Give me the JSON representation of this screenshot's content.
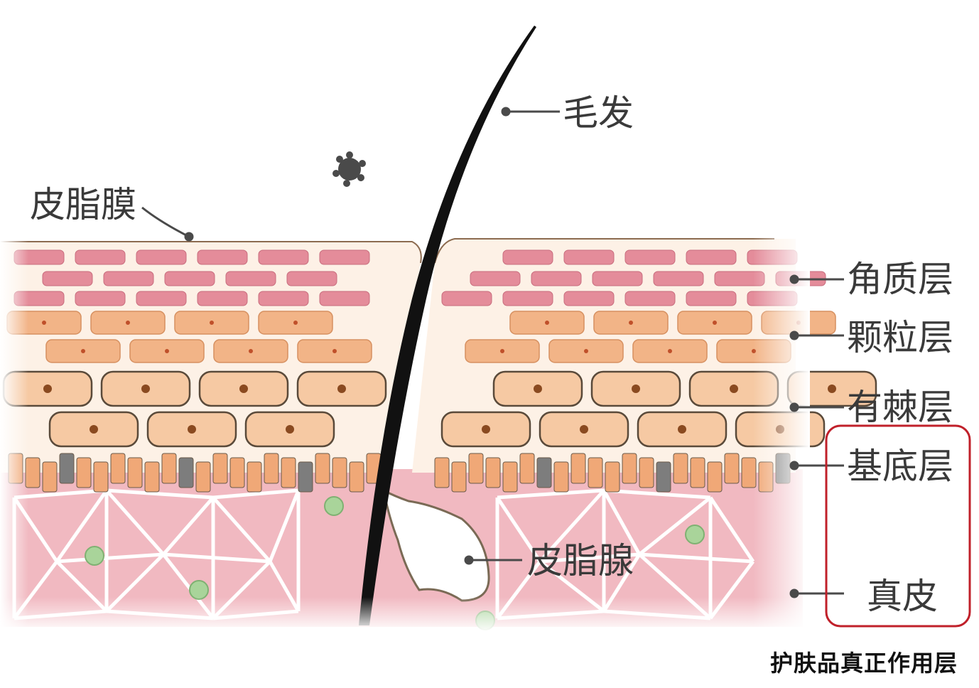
{
  "labels": {
    "hair": "毛发",
    "sebum_film": "皮脂膜",
    "stratum_corneum": "角质层",
    "stratum_granulosum": "颗粒层",
    "stratum_spinosum": "有棘层",
    "stratum_basale": "基底层",
    "sebaceous_gland": "皮脂腺",
    "dermis": "真皮"
  },
  "caption": "护肤品真正作用层",
  "colors": {
    "corneum": "#e48c9a",
    "granulosum": "#f2b487",
    "spinosum": "#f6c9a3",
    "basale": "#f0a877",
    "basale_dark": "#7d7d7d",
    "dermis": "#f1b9c1",
    "highlight_box": "#c0202a",
    "hair": "#111111"
  }
}
